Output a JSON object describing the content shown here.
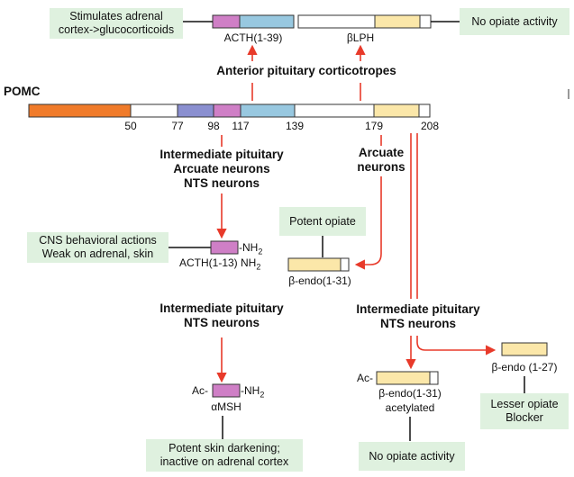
{
  "colors": {
    "orange": "#f07b2a",
    "violet": "#8a8fd0",
    "magenta": "#cf7fc6",
    "blue": "#98c8e0",
    "yellow": "#fbe7a9",
    "green_box": "#dff1df",
    "arrow": "#e83a2a"
  },
  "pomc": {
    "label": "POMC",
    "ticks": [
      "50",
      "77",
      "98",
      "117",
      "139",
      "179",
      "208"
    ]
  },
  "anterior": {
    "acth": "ACTH(1-39)",
    "blph": "βLPH",
    "stim_box": [
      "Stimulates adrenal",
      "cortex->glucocorticoids"
    ],
    "no_opiate_box": "No opiate activity",
    "corticotropes": "Anterior pituitary corticotropes"
  },
  "left_branch": {
    "header": [
      "Intermediate pituitary",
      "Arcuate neurons",
      "NTS neurons"
    ],
    "cns_box": [
      "CNS behavioral actions",
      "Weak on adrenal, skin"
    ],
    "nh2_suffix": "-NH",
    "acth13": "ACTH(1-13) NH",
    "header2": [
      "Intermediate pituitary",
      "NTS neurons"
    ],
    "ac_prefix": "Ac-",
    "amsh": "αMSH",
    "skin_box": [
      "Potent skin darkening;",
      "inactive on adrenal cortex"
    ]
  },
  "middle_branch": {
    "arcuate": [
      "Arcuate",
      "neurons"
    ],
    "potent_box": "Potent opiate",
    "bendo": "β-endo(1-31)"
  },
  "right_branch": {
    "header": [
      "Intermediate pituitary",
      "NTS neurons"
    ],
    "ac_prefix": "Ac-",
    "bendo": "β-endo(1-31)",
    "acetylated": "acetylated",
    "no_opiate_box": "No opiate activity",
    "bendo27": "β-endo (1-27)",
    "blocker_box": [
      "Lesser opiate",
      "Blocker"
    ]
  },
  "subscript": "2"
}
